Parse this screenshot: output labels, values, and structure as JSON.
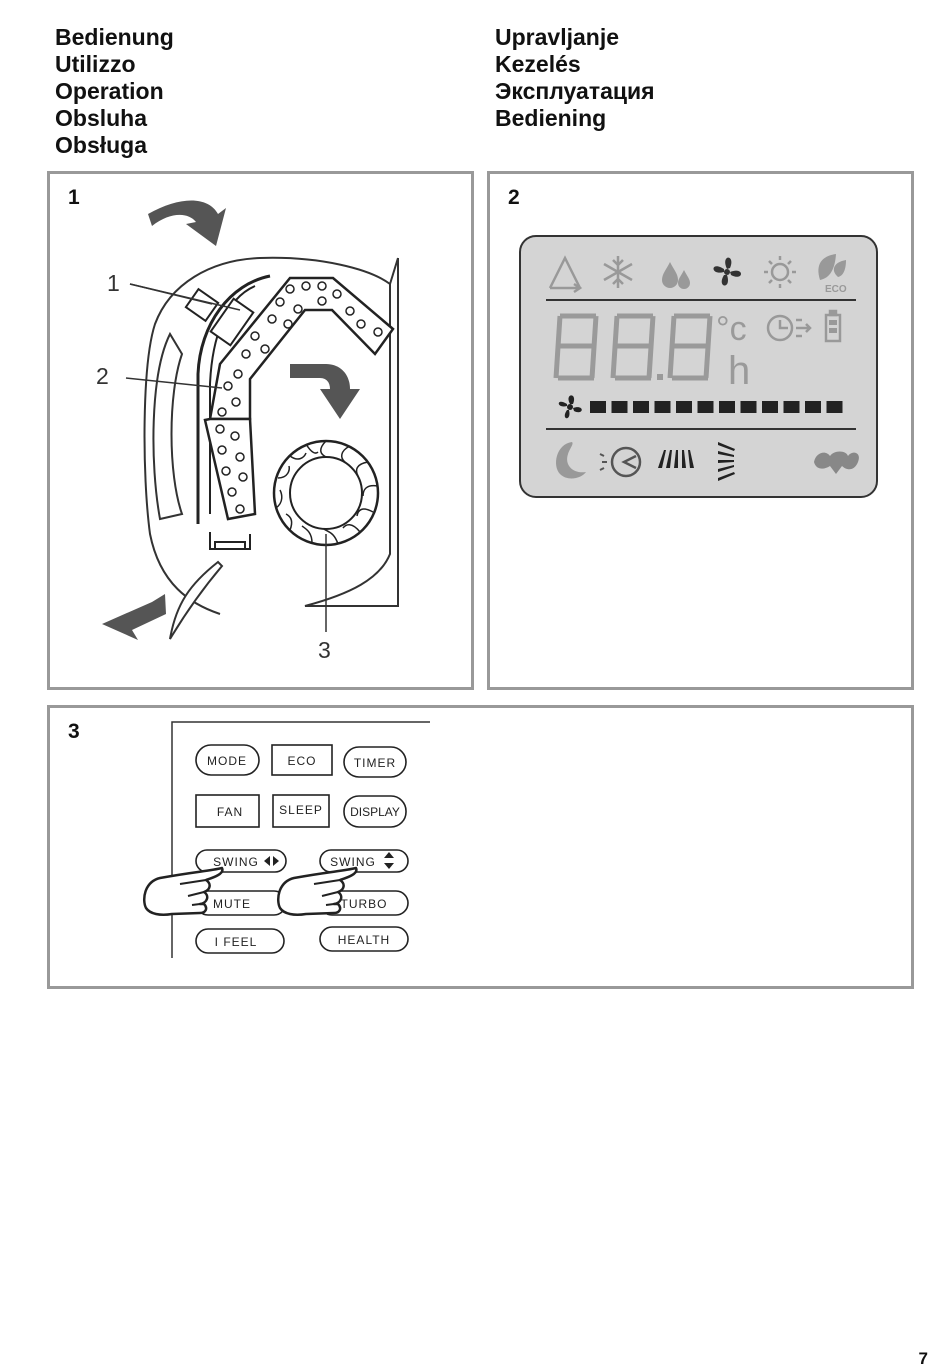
{
  "headings": {
    "left": [
      "Bedienung",
      "Utilizzo",
      "Operation",
      "Obsluha",
      "Obsługa"
    ],
    "right": [
      "Upravljanje",
      "Kezelés",
      "Эксплуатация",
      "Bediening"
    ]
  },
  "panels": {
    "p1": {
      "number": "1",
      "callouts": [
        "1",
        "2",
        "3"
      ]
    },
    "p2": {
      "number": "2",
      "digits": "88.8",
      "unit_celsius": "°c",
      "unit_hours": "h",
      "eco_label": "ECO"
    },
    "p3": {
      "number": "3"
    }
  },
  "remote": {
    "mode": "MODE",
    "eco": "ECO",
    "timer": "TIMER",
    "fan": "FAN",
    "sleep": "SLEEP",
    "display": "DISPLAY",
    "swing_lr": "SWING",
    "swing_ud": "SWING",
    "mute": "MUTE",
    "turbo": "TURBO",
    "ifeel": "I FEEL",
    "health": "HEALTH"
  },
  "page_number": "7",
  "colors": {
    "lcd_bg": "#d4d4d4",
    "lcd_seg": "#9a9a9a",
    "ink": "#333333",
    "border": "#999999"
  }
}
